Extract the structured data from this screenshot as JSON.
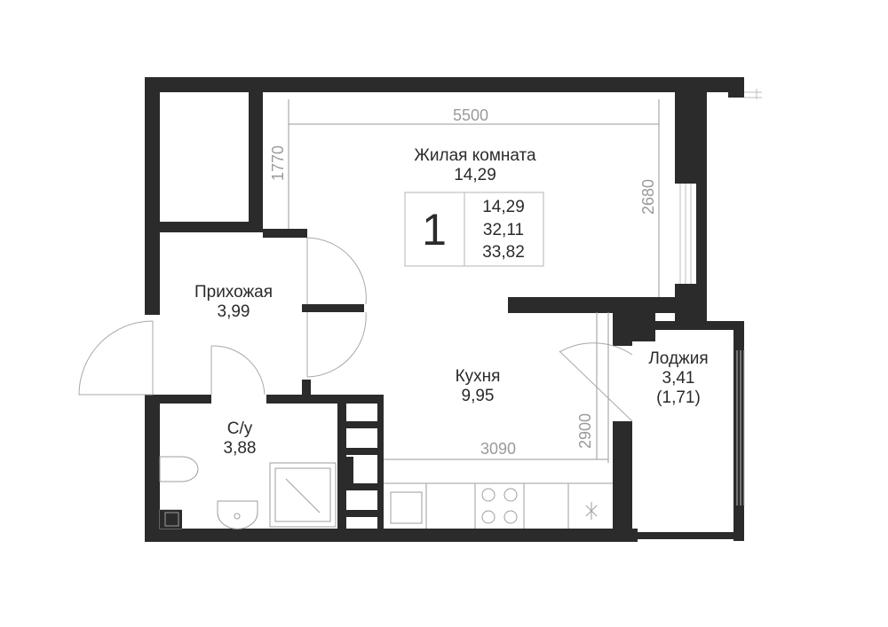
{
  "rooms": {
    "living": {
      "name": "Жилая комната",
      "area": "14,29"
    },
    "hallway": {
      "name": "Прихожая",
      "area": "3,99"
    },
    "kitchen": {
      "name": "Кухня",
      "area": "9,95"
    },
    "bathroom": {
      "name": "С/у",
      "area": "3,88"
    },
    "loggia": {
      "name": "Лоджия",
      "area": "3,41",
      "area_reduced": "(1,71)"
    }
  },
  "dimensions": {
    "living_width": "5500",
    "living_depth_left": "1770",
    "living_depth_right": "2680",
    "kitchen_width": "3090",
    "kitchen_depth": "2900"
  },
  "info": {
    "rooms_count": "1",
    "living_area": "14,29",
    "total_area": "32,11",
    "total_area_with_loggia": "33,82"
  },
  "colors": {
    "wall": "#2b2b2b",
    "text": "#2b2b2b",
    "dimension": "#9a9a9a"
  }
}
